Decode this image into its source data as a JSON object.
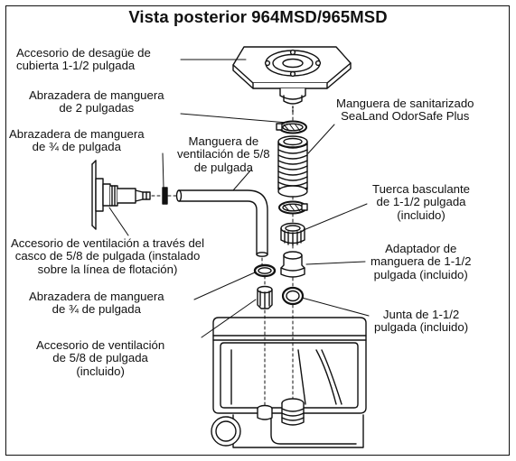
{
  "title": "Vista posterior 964MSD/965MSD",
  "labels": {
    "deck_fitting": [
      "Accesorio de desagüe de",
      "cubierta 1-1/2 pulgada"
    ],
    "clamp_2in": [
      "Abrazadera de manguera",
      "de 2 pulgadas"
    ],
    "clamp_34_top": [
      "Abrazadera de manguera",
      "de ¾ de pulgada"
    ],
    "vent_hose": [
      "Manguera de",
      "ventilación de 5/8",
      "de pulgada"
    ],
    "sanitation_hose": [
      "Manguera de sanitarizado",
      "SeaLand OdorSafe Plus"
    ],
    "swivel_nut": [
      "Tuerca basculante",
      "de 1-1/2 pulgada",
      "(incluido)"
    ],
    "hose_adapter": [
      "Adaptador de",
      "manguera de 1-1/2",
      "pulgada (incluido)"
    ],
    "hull_vent": [
      "Accesorio de ventilación a través del",
      "casco de 5/8 de pulgada (instalado",
      "sobre la línea de flotación)"
    ],
    "clamp_34_bottom": [
      "Abrazadera de manguera",
      "de ¾ de pulgada"
    ],
    "gasket": [
      "Junta de 1-1/2",
      "pulgada (incluido)"
    ],
    "vent_fitting": [
      "Accesorio de ventilación",
      "de 5/8 de pulgada",
      "(incluido)"
    ]
  }
}
